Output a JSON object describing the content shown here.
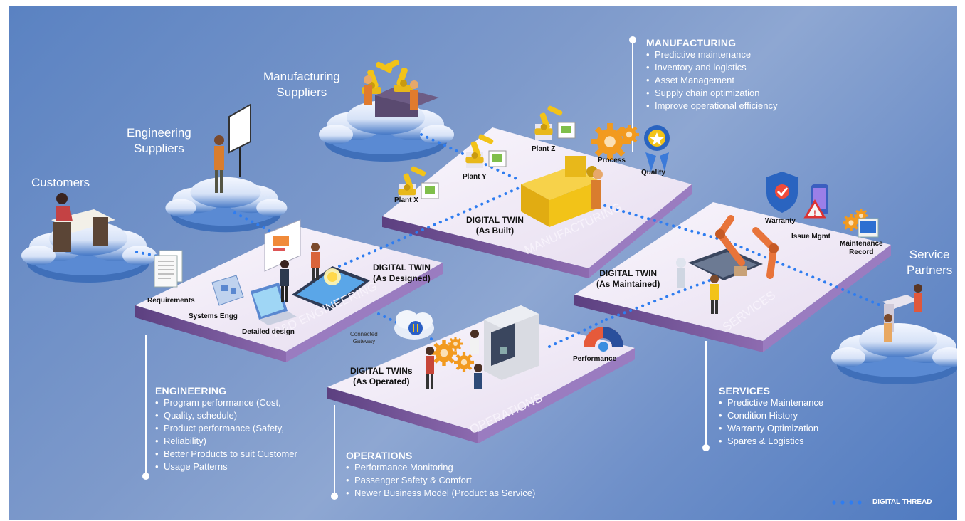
{
  "groups": {
    "customers": "Customers",
    "engineering_suppliers": [
      "Engineering",
      "Suppliers"
    ],
    "manufacturing_suppliers": [
      "Manufacturing",
      "Suppliers"
    ],
    "service_partners": [
      "Service",
      "Partners"
    ]
  },
  "platforms": {
    "rnd": "R&D ENGINEERING",
    "manufacturing": "MANUFACTURING",
    "services": "SERVICES",
    "operations": "OPERATIONS"
  },
  "twins": {
    "designed": [
      "DIGITAL TWIN",
      "(As Designed)"
    ],
    "built": [
      "DIGITAL TWIN",
      "(As Built)"
    ],
    "maintained": [
      "DIGITAL TWIN",
      "(As Maintained)"
    ],
    "operated": [
      "DIGITAL TWINs",
      "(As Operated)"
    ]
  },
  "labels": {
    "requirements": "Requirements",
    "systems_engg": "Systems Engg",
    "detailed_design": "Detailed design",
    "plant_x": "Plant X",
    "plant_y": "Plant Y",
    "plant_z": "Plant Z",
    "process": "Process",
    "quality": "Quality",
    "warranty": "Warranty",
    "issue_mgmt": "Issue Mgmt",
    "maintenance_record": [
      "Maintenance",
      "Record"
    ],
    "performance": "Performance",
    "connected_gateway": [
      "Connected",
      "Gateway"
    ]
  },
  "sections": {
    "manufacturing": {
      "title": "MANUFACTURING",
      "items": [
        "Predictive maintenance",
        "Inventory and logistics",
        "Asset Management",
        "Supply chain optimization",
        "Improve operational efficiency"
      ]
    },
    "engineering": {
      "title": "ENGINEERING",
      "items": [
        "Program performance (Cost,",
        "Quality, schedule)",
        "Product performance (Safety,",
        "Reliability)",
        "Better Products to suit Customer",
        "Usage Patterns"
      ]
    },
    "operations": {
      "title": "OPERATIONS",
      "items": [
        "Performance Monitoring",
        "Passenger Safety & Comfort",
        "Newer Business Model (Product as Service)"
      ]
    },
    "services": {
      "title": "SERVICES",
      "items": [
        "Predictive Maintenance",
        "Condition History",
        "Warranty Optimization",
        "Spares & Logistics"
      ]
    }
  },
  "legend": {
    "label": "DIGITAL THREAD"
  },
  "colors": {
    "platform_top": "#efe8f5",
    "platform_side": "#7b5a9c",
    "cloud": "#4f7fc9",
    "thread": "#3d7ee8",
    "gear": "#f29a1f",
    "machine": "#f2c318",
    "robot": "#e8743a"
  }
}
